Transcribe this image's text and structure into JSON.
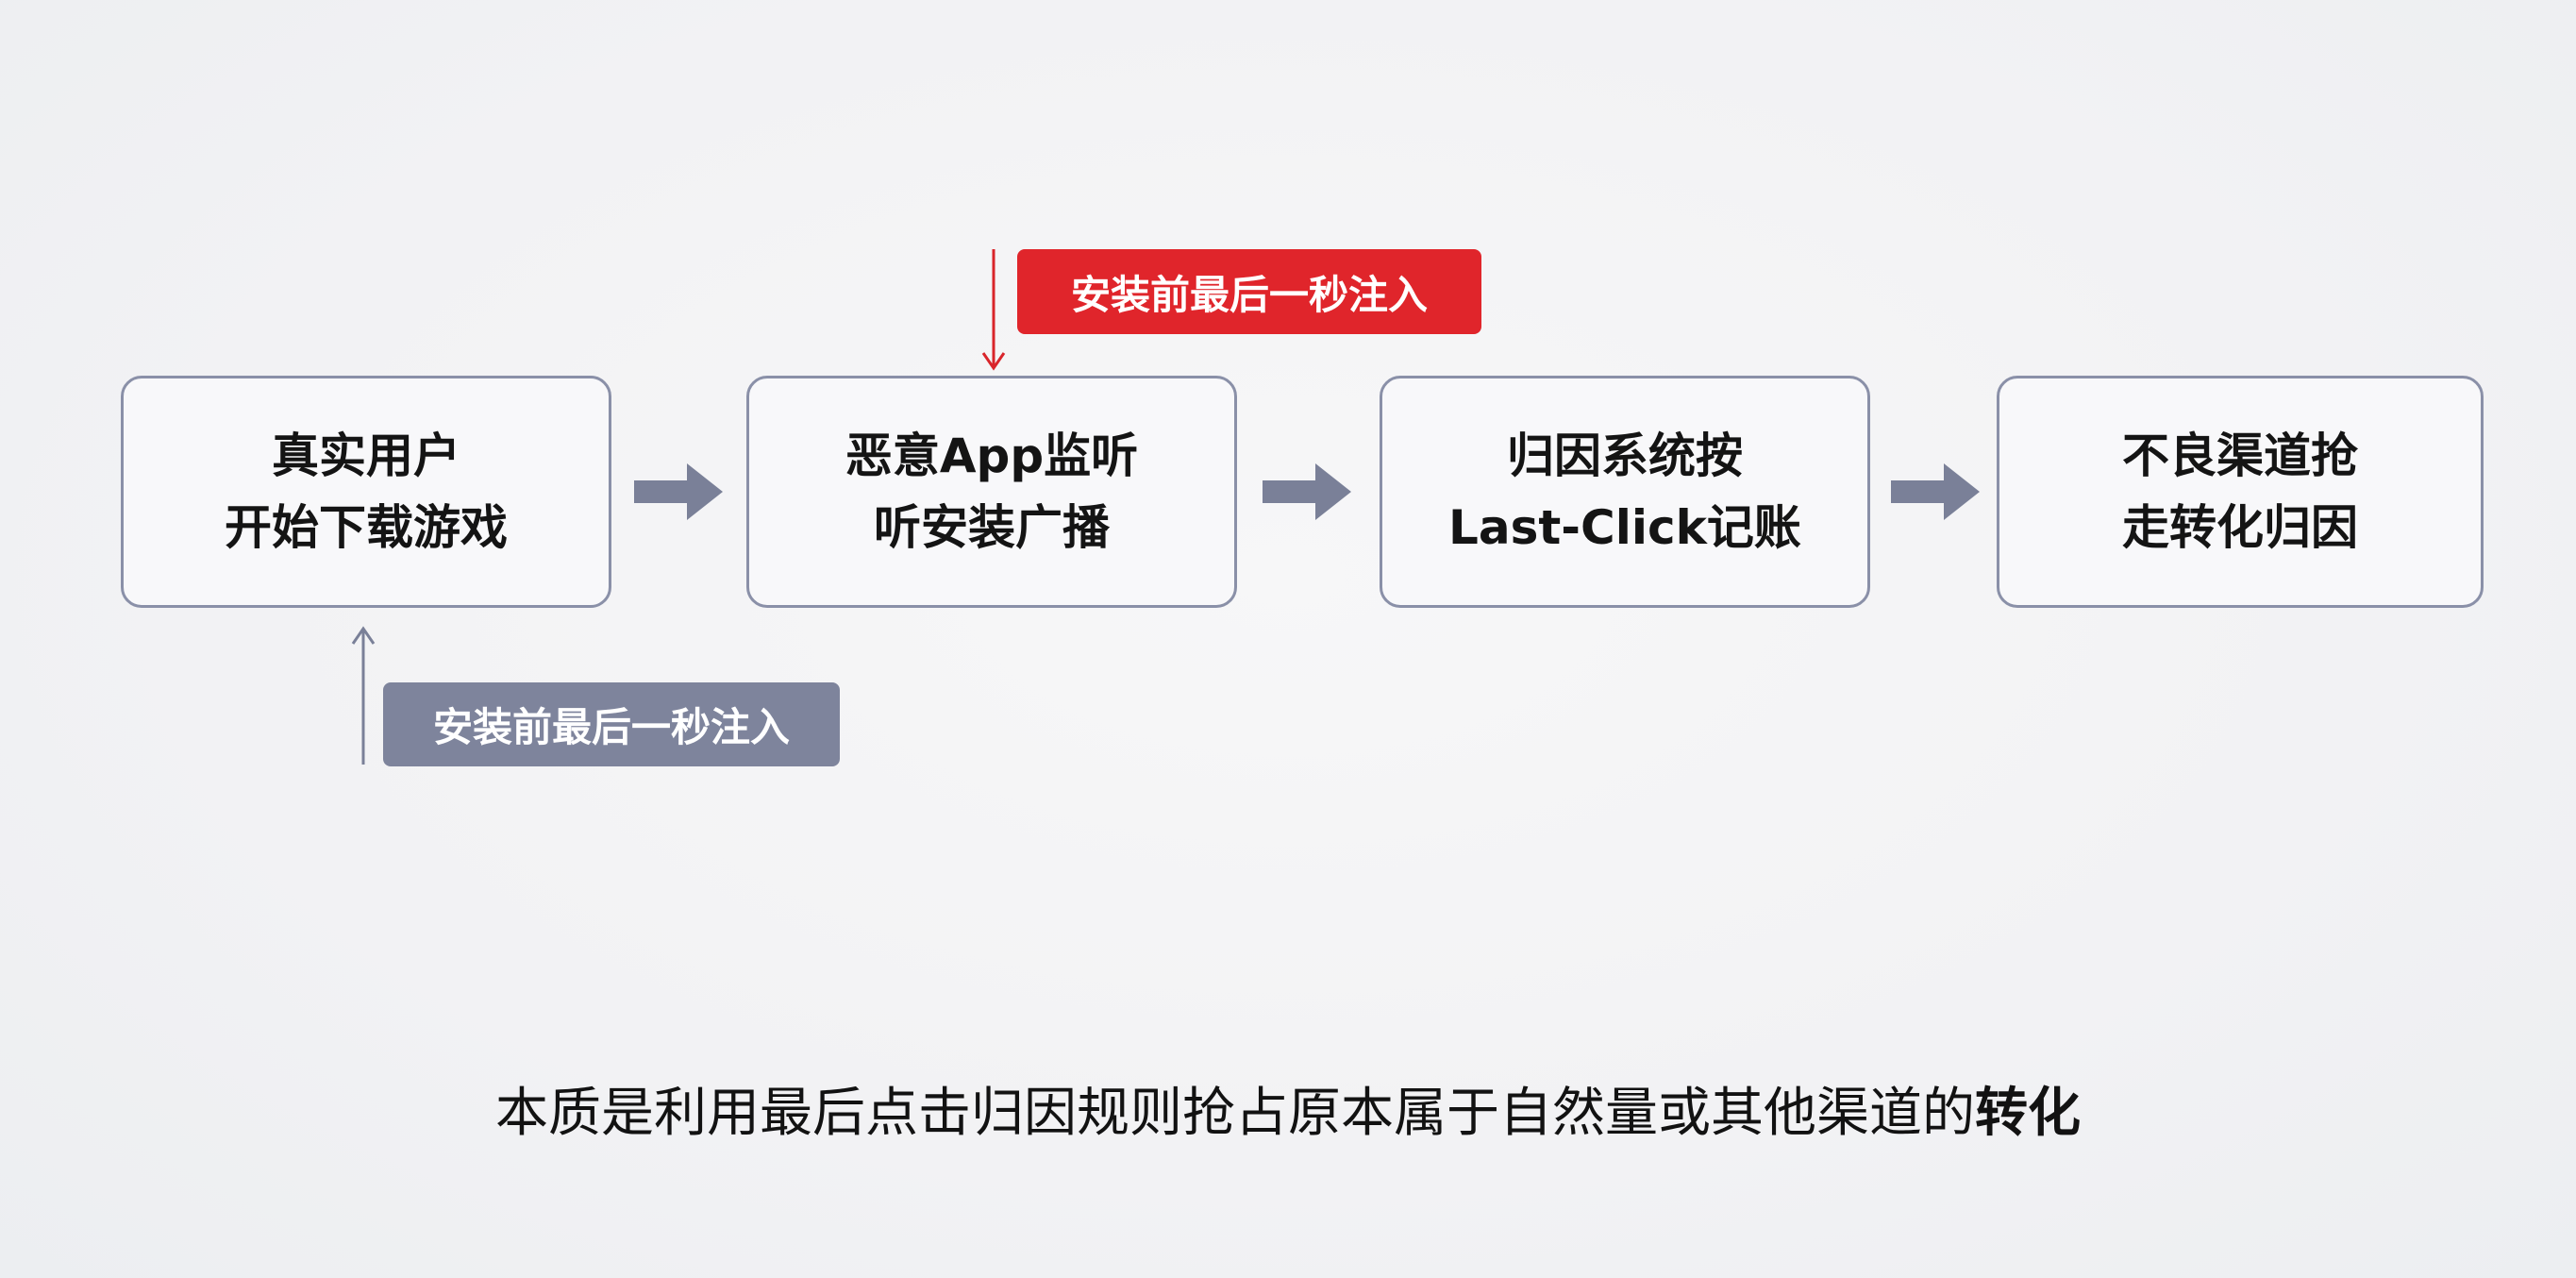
{
  "nodes": [
    {
      "lines": [
        "真实用户",
        "开始下载游戏"
      ]
    },
    {
      "lines": [
        "恶意App监听",
        "听安装广播"
      ]
    },
    {
      "lines": [
        "归因系统按",
        "Last-Click记账"
      ]
    },
    {
      "lines": [
        "不良渠道抢",
        "走转化归因"
      ]
    }
  ],
  "tags": {
    "top": "安装前最后一秒注入",
    "bottom": "安装前最后一秒注入"
  },
  "caption": {
    "text": "本质是利用最后点击归因规则抢占原本属于自然量或其他渠道的",
    "emphasis": "转化"
  },
  "colors": {
    "node_border": "#8a90a8",
    "flow_arrow": "#7a8098",
    "tag_red": "#e0252b",
    "tag_gray": "#7e849c",
    "red_arrow": "#d9252b",
    "gray_arrow": "#7a8098"
  }
}
